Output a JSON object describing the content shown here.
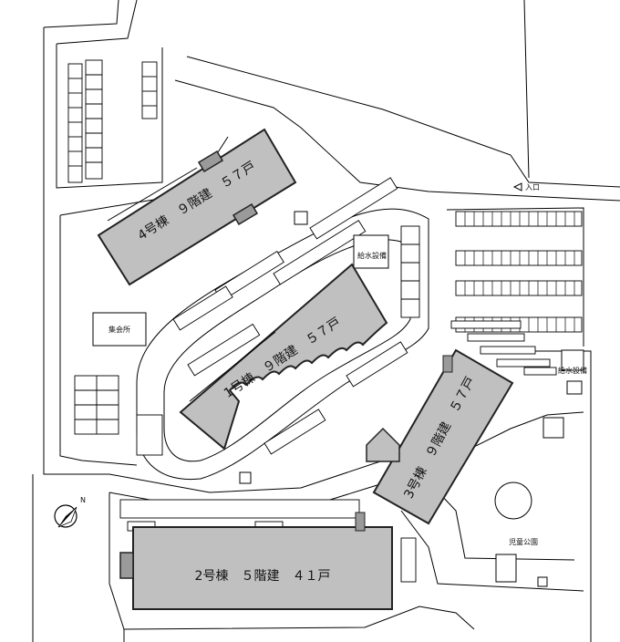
{
  "colors": {
    "background": "#ffffff",
    "line": "#000000",
    "building_fill": "#c0c0c0",
    "building_stroke": "#222222"
  },
  "buildings": {
    "b4": {
      "label": "4号棟　９階建　５７戸"
    },
    "b1": {
      "label": "1号棟　９階建　５７戸"
    },
    "b3": {
      "label": "3号棟　９階建　５７戸"
    },
    "b2": {
      "label": "2号棟　５階建　４１戸"
    }
  },
  "facilities": {
    "meeting_hall": "集会所",
    "water_supply_1": "給水設備",
    "water_supply_2": "給水設備",
    "park": "児童公園",
    "entrance": "入口"
  },
  "icons": {
    "entrance_arrow": "triangle-left-icon",
    "compass": "north-arrow-icon",
    "compass_letter": "N"
  }
}
